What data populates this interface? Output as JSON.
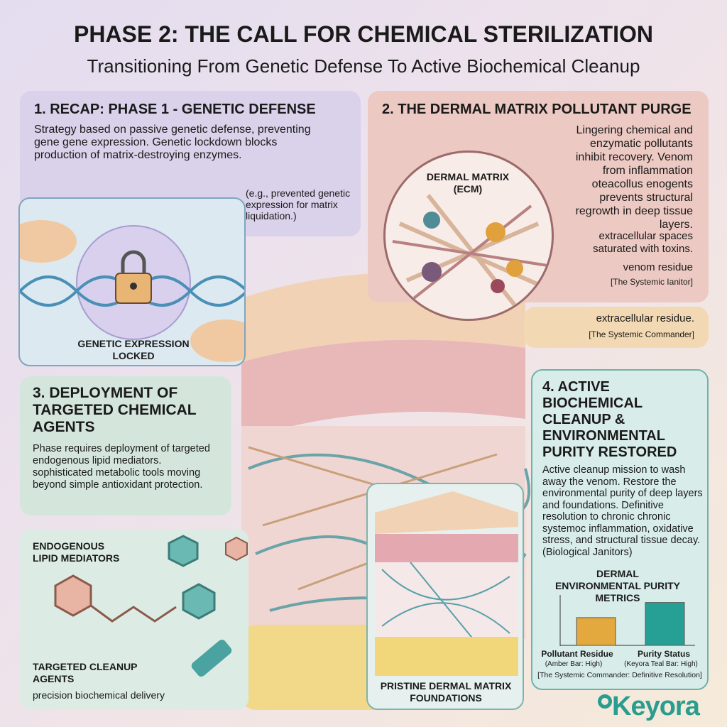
{
  "header": {
    "title": "PHASE 2: THE CALL FOR CHEMICAL STERILIZATION",
    "subtitle": "Transitioning From Genetic Defense To Active Biochemical Cleanup"
  },
  "panel1": {
    "title": "1. RECAP: PHASE 1 - GENETIC DEFENSE",
    "body": "Strategy based on passive genetic defense, preventing gene gene expression. Genetic lockdown blocks production of matrix-destroying enzymes.",
    "note": "(e.g., prevented genetic expression for matrix liquidation.)",
    "inset_caption": "GENETIC EXPRESSION LOCKED"
  },
  "panel2": {
    "title": "2. THE DERMAL MATRIX POLLUTANT PURGE",
    "body": "Lingering chemical and enzymatic pollutants inhibit recovery. Venom from inflammation oteacollus enogents prevents structural regrowth in deep tissue layers.",
    "body2": "extracellular spaces saturated with toxins.",
    "label": "venom residue",
    "label_sub": "[The Systemic Ianitor]",
    "circle_caption": "DERMAL MATRIX (ECM)"
  },
  "panel2b": {
    "text": "extracellular residue.",
    "sub": "[The Systemic Commander]"
  },
  "panel3": {
    "title": "3. DEPLOYMENT OF TARGETED CHEMICAL AGENTS",
    "body": "Phase requires deployment of targeted endogenous lipid mediators. sophisticated metabolic tools moving beyond simple antioxidant protection."
  },
  "panel3b": {
    "label1": "ENDOGENOUS LIPID MEDIATORS",
    "label2": "TARGETED CLEANUP AGENTS",
    "label2_sub": "precision biochemical delivery"
  },
  "pristine": {
    "caption": "PRISTINE DERMAL MATRIX FOUNDATIONS"
  },
  "panel4": {
    "title": "4. ACTIVE BIOCHEMICAL CLEANUP & ENVIRONMENTAL PURITY RESTORED",
    "body": "Active cleanup mission to wash away the venom. Restore the environmental purity of deep layers and foundations. Definitive resolution to chronic chronic systemoc inflammation, oxidative stress, and structural tissue decay. (Biological Janitors)",
    "footer": "[The Systemic Commander: Definitive Resolution]"
  },
  "chart_data": {
    "type": "bar",
    "title": "DERMAL ENVIRONMENTAL PURITY METRICS",
    "categories": [
      "Pollutant Residue",
      "Purity Status"
    ],
    "sublabels": [
      "(Amber Bar: High)",
      "(Keyora Teal Bar: High)"
    ],
    "values": [
      0.55,
      0.85
    ],
    "ylim": [
      0,
      1
    ],
    "colors": [
      "#e3a93f",
      "#26a095"
    ]
  },
  "logo": {
    "text": "Keyora",
    "color": "#2a9d8f"
  }
}
